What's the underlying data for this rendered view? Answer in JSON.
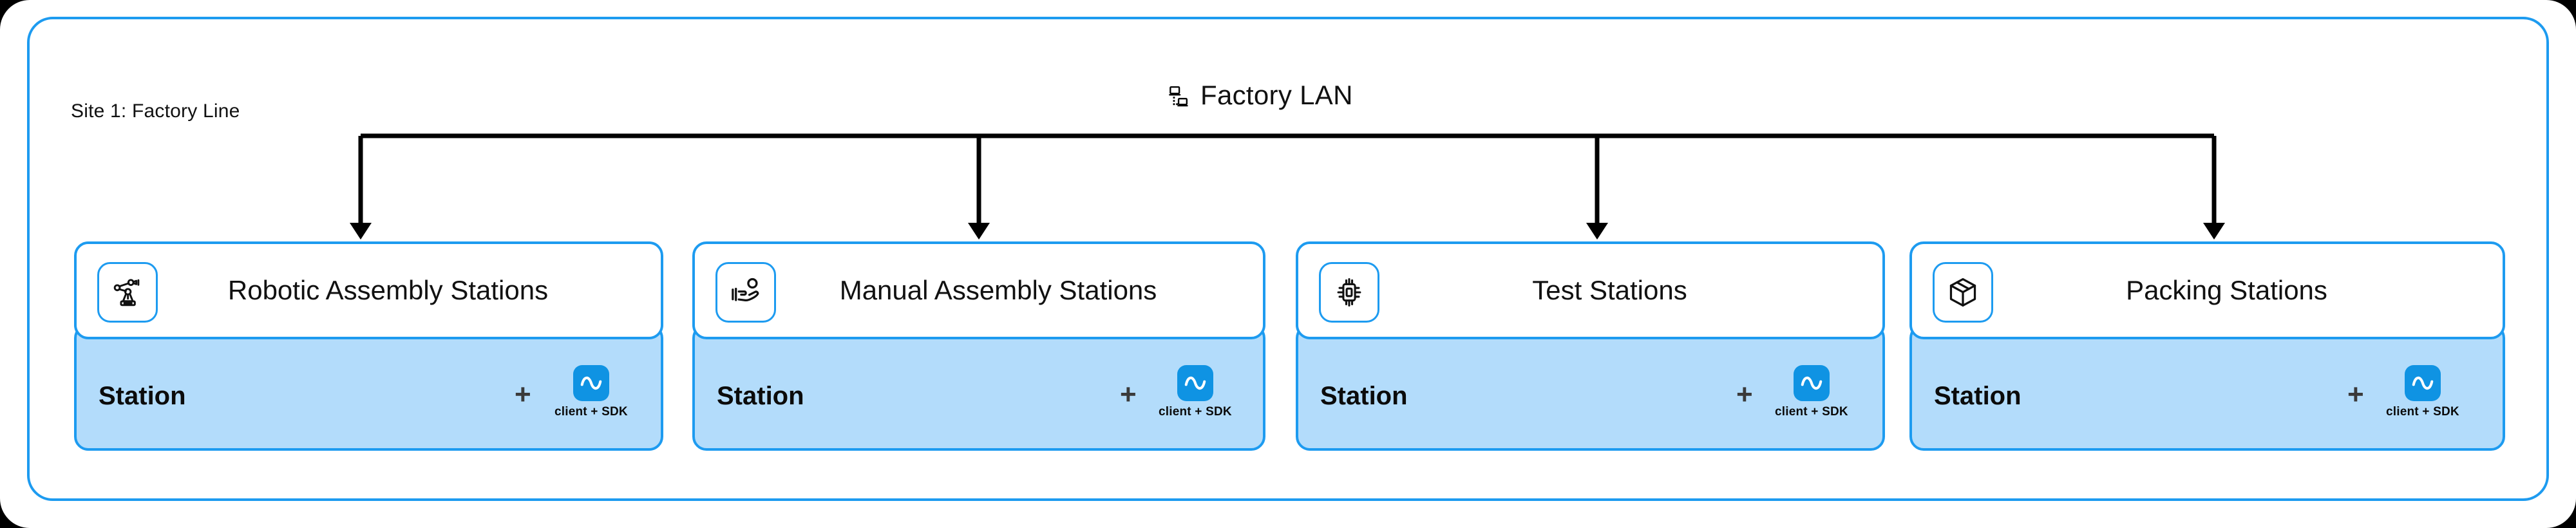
{
  "colors": {
    "accent_blue": "#1D9BF0",
    "body_fill": "#B3DCFB",
    "badge_blue": "#0F93E3",
    "line_black": "#000000",
    "page_background": "#FFFFFF",
    "canvas_background": "#000000"
  },
  "site": {
    "label": "Site 1: Factory Line"
  },
  "network": {
    "title": "Factory LAN",
    "icon": "lan-network-icon"
  },
  "cards": [
    {
      "id": "robotic-assembly",
      "title": "Robotic Assembly Stations",
      "icon": "robot-arm-icon",
      "body_label": "Station",
      "plus": "+",
      "sdk_caption": "client + SDK",
      "sdk_icon": "sine-wave-icon"
    },
    {
      "id": "manual-assembly",
      "title": "Manual Assembly Stations",
      "icon": "hand-assembly-icon",
      "body_label": "Station",
      "plus": "+",
      "sdk_caption": "client + SDK",
      "sdk_icon": "sine-wave-icon"
    },
    {
      "id": "test",
      "title": "Test Stations",
      "icon": "cpu-chip-icon",
      "body_label": "Station",
      "plus": "+",
      "sdk_caption": "client + SDK",
      "sdk_icon": "sine-wave-icon"
    },
    {
      "id": "packing",
      "title": "Packing Stations",
      "icon": "package-box-icon",
      "body_label": "Station",
      "plus": "+",
      "sdk_caption": "client + SDK",
      "sdk_icon": "sine-wave-icon"
    }
  ]
}
